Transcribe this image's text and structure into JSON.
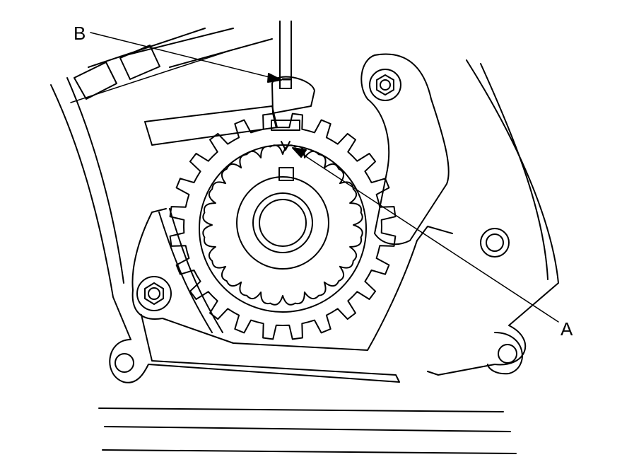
{
  "labels": {
    "a": "A",
    "b": "B"
  },
  "colors": {
    "ink": "#000000",
    "paper": "#ffffff"
  },
  "gears": {
    "outer_sprocket_teeth": 24,
    "inner_pulley_teeth": 20
  }
}
